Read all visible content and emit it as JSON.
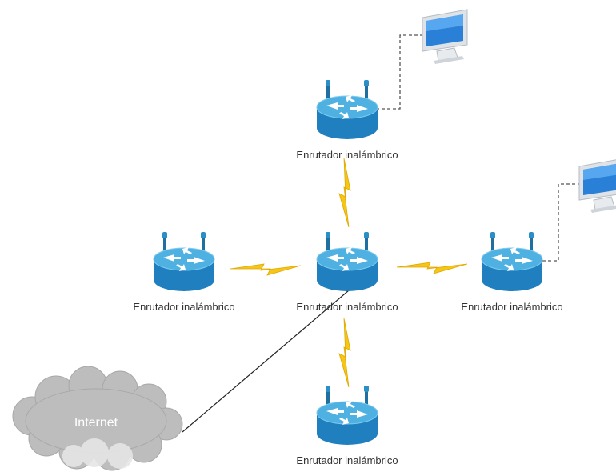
{
  "diagram": {
    "nodes": {
      "router_top": {
        "label": "Enrutador inalámbrico"
      },
      "router_left": {
        "label": "Enrutador inalámbrico"
      },
      "router_center": {
        "label": "Enrutador inalámbrico"
      },
      "router_right": {
        "label": "Enrutador inalámbrico"
      },
      "router_bottom": {
        "label": "Enrutador inalámbrico"
      },
      "internet": {
        "label": "Internet"
      }
    },
    "links": [
      {
        "from": "router_center",
        "to": "router_top",
        "type": "wireless"
      },
      {
        "from": "router_center",
        "to": "router_left",
        "type": "wireless"
      },
      {
        "from": "router_center",
        "to": "router_right",
        "type": "wireless"
      },
      {
        "from": "router_center",
        "to": "router_bottom",
        "type": "wireless"
      },
      {
        "from": "router_center",
        "to": "internet",
        "type": "wired"
      },
      {
        "from": "router_top",
        "to": "computer_top",
        "type": "wired-dashed"
      },
      {
        "from": "router_right",
        "to": "computer_right",
        "type": "wired-dashed"
      }
    ],
    "colors": {
      "router_body": "#2a8fc8",
      "router_top_face": "#58b6e4",
      "lightning": "#f5c518",
      "cloud": "#bdbdbd",
      "link_line": "#222222"
    },
    "icons": {
      "router": "wireless-router-icon",
      "computer": "desktop-computer-icon",
      "cloud": "internet-cloud-icon",
      "wireless_link": "lightning-bolt-icon"
    }
  }
}
